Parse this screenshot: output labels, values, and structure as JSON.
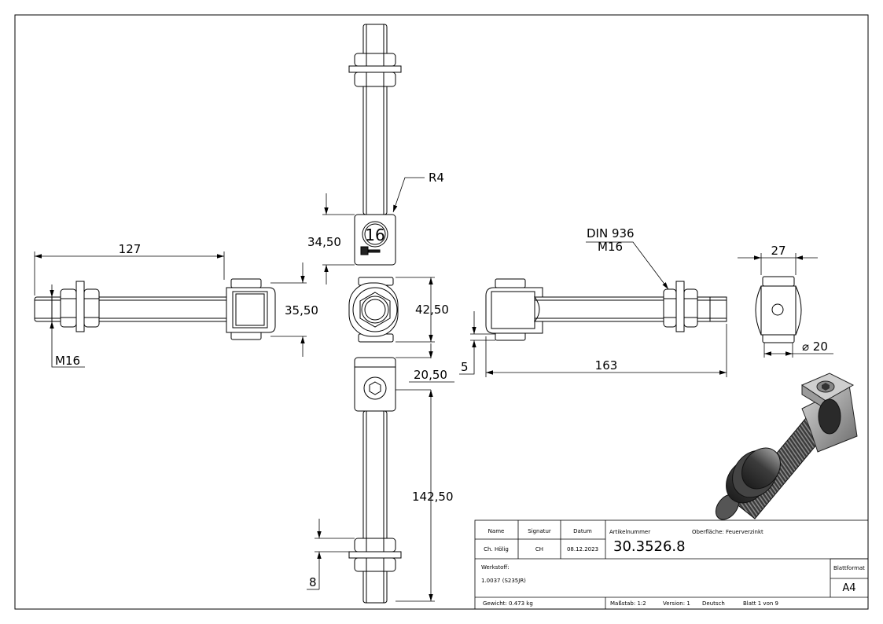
{
  "dimensions": {
    "d127": "127",
    "m16_left": "M16",
    "d35_50": "35,50",
    "d34_50": "34,50",
    "r4": "R4",
    "d42_50": "42,50",
    "d20_50": "20,50",
    "d142_50": "142,50",
    "d8": "8",
    "din936": "DIN 936",
    "m16_right": "M16",
    "d5": "5",
    "d163": "163",
    "d27": "27",
    "dia20": "⌀ 20"
  },
  "stamp_number": "16",
  "title_block": {
    "hdr_name": "Name",
    "hdr_signatur": "Signatur",
    "hdr_datum": "Datum",
    "val_name": "Ch. Hölig",
    "val_signatur": "CH",
    "val_datum": "08.12.2023",
    "artikel_label": "Artikelnummer",
    "artikel_value": "30.3526.8",
    "oberflaeche": "Oberfläche:  Feuerverzinkt",
    "werkstoff_label": "Werkstoff:",
    "werkstoff_value": "1.0037 (S235JR)",
    "blattformat_label": "Blattformat",
    "blattformat_value": "A4",
    "gewicht": "Gewicht: 0.473 kg",
    "massstab": "Maßstab: 1:2",
    "version": "Version: 1",
    "sprache": "Deutsch",
    "blatt": "Blatt 1 von 9"
  }
}
